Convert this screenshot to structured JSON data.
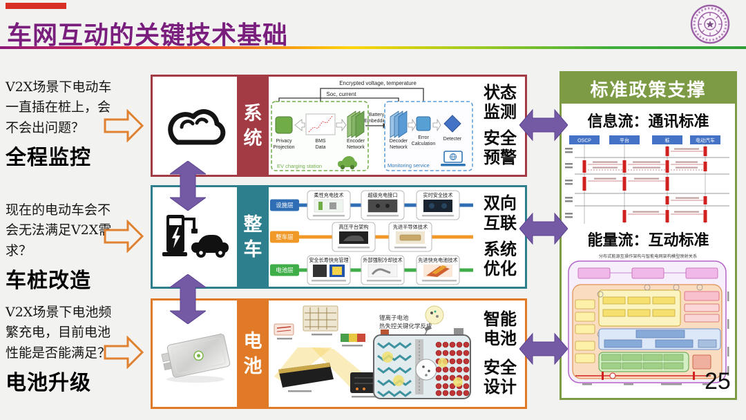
{
  "slide": {
    "title": "车网互动的关键技术基础",
    "page_number": "25"
  },
  "questions": [
    {
      "text": "V2X场景下电动车一直插在桩上，会不会出问题？",
      "keyword": "全程监控"
    },
    {
      "text": "现在的电动车会不会无法满足V2X需求？",
      "keyword": "车桩改造"
    },
    {
      "text": "V2X场景下电池频繁充电，目前电池性能是否能满足？",
      "keyword": "电池升级"
    }
  ],
  "rows": [
    {
      "label": "系统",
      "outcomes": [
        "状态监测",
        "安全预警"
      ]
    },
    {
      "label": "整车",
      "outcomes": [
        "双向互联",
        "系统优化"
      ]
    },
    {
      "label": "电池",
      "outcomes": [
        "智能电池",
        "安全设计"
      ]
    }
  ],
  "system_diagram": {
    "encrypted_label": "Encrypted voltage, temperature",
    "soc_label": "Soc, current",
    "privacy": [
      "Privacy",
      "Projection"
    ],
    "bms": [
      "BMS",
      "Data"
    ],
    "encoder": [
      "Encoder",
      "Network"
    ],
    "embedding": [
      "Battery",
      "Embedding"
    ],
    "decoder": [
      "Decoder",
      "Network"
    ],
    "error": [
      "Error",
      "Calculation"
    ],
    "detecter": "Detecter",
    "station_label": "EV charging station",
    "monitoring_label": "Monitoring service"
  },
  "vehicle_diagram": {
    "layers": [
      {
        "name": "设施层",
        "items": [
          "柔性充电技术",
          "超级充电接口",
          "实时安全技术"
        ]
      },
      {
        "name": "整车层",
        "items": [
          "高压平台架构",
          "先进半导体技术"
        ]
      },
      {
        "name": "电池层",
        "items": [
          "安全长寿快充管理",
          "外部强制冷却技术",
          "先进快充电池技术"
        ]
      }
    ]
  },
  "battery_diagram": {
    "caption_line1": "锂离子电池",
    "caption_line2": "热失控关键化学反应"
  },
  "standards_panel": {
    "header": "标准政策支撑",
    "info_flow_title": "信息流：通讯标准",
    "energy_flow_title": "能量流：互动标准",
    "sequence_actors": [
      "OSCP",
      "平台",
      "桩",
      "电动汽车"
    ],
    "sgam_title": "分布式能源互操作架构与智能电网架构模型映射关系"
  },
  "colors": {
    "title_purple": "#791e7d",
    "system_red": "#a23b44",
    "vehicle_teal": "#2d7f8e",
    "battery_orange": "#e07a26",
    "panel_green": "#7d9b44",
    "connector_purple": "#7459a5",
    "question_arrow_orange": "#e0812f"
  }
}
